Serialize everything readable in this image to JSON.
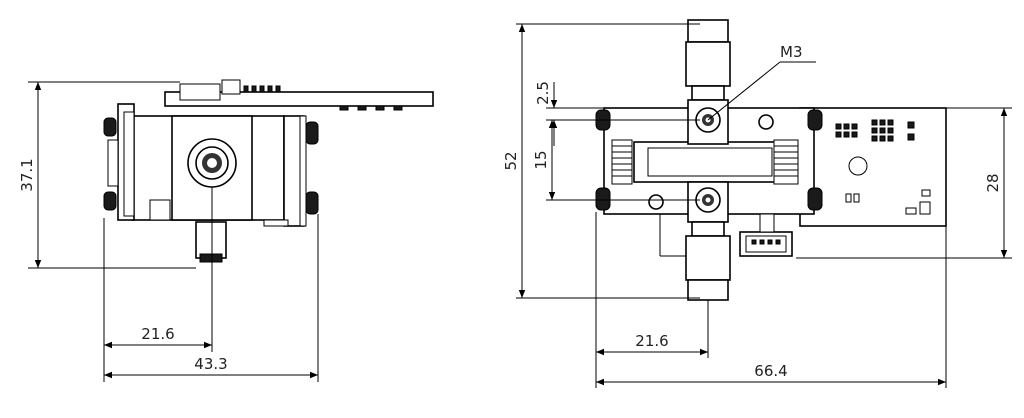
{
  "drawing": {
    "left_view": {
      "dim_height": "37.1",
      "dim_center_to_left": "21.6",
      "dim_overall_width": "43.3"
    },
    "right_view": {
      "dim_overall_height": "52",
      "dim_offset_top": "2.5",
      "dim_port_spacing": "15",
      "thread_callout": "M3",
      "dim_board_height": "28",
      "dim_center_to_left": "21.6",
      "dim_overall_width": "66.4"
    }
  }
}
